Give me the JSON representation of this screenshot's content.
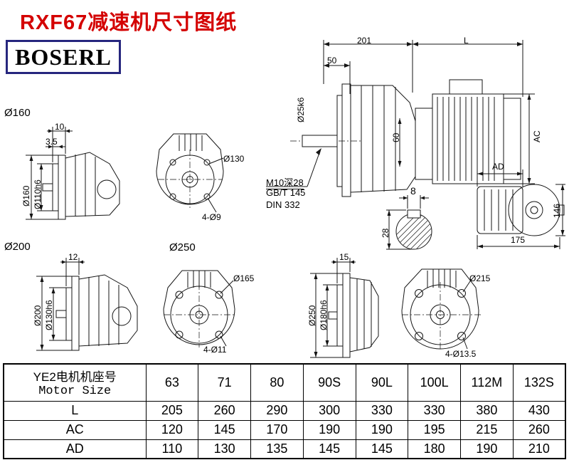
{
  "page": {
    "title": "RXF67减速机尺寸图纸",
    "logo": "BOSERL"
  },
  "colors": {
    "title_red": "#d40000",
    "logo_border": "#26267e"
  },
  "section_labels": {
    "s160": "Ø160",
    "s200": "Ø200",
    "s250": "Ø250"
  },
  "main_view": {
    "dim_201": "201",
    "dim_L": "L",
    "dim_50": "50",
    "dim_shaft": "Ø25k6",
    "dim_60": "60",
    "dim_AC": "AC",
    "note_line1": "M10深28",
    "note_line2": "GB/T 145",
    "note_line3": "DIN 332"
  },
  "output_view": {
    "dim_AD": "AD",
    "dim_146": "146",
    "dim_175": "175"
  },
  "shaft_section": {
    "dim_8": "8",
    "dim_28": "28"
  },
  "view_160": {
    "dim_10": "10",
    "dim_3_5": "3.5",
    "dim_d160": "Ø160",
    "dim_d110": "Ø110h6"
  },
  "flange_130": {
    "dim_d130": "Ø130",
    "dim_holes": "4-Ø9"
  },
  "view_200": {
    "dim_12": "12",
    "dim_d200": "Ø200",
    "dim_d130": "Ø130h6"
  },
  "flange_165": {
    "dim_d165": "Ø165",
    "dim_holes": "4-Ø11"
  },
  "view_250": {
    "dim_15": "15",
    "dim_d250": "Ø250",
    "dim_d180": "Ø180h6"
  },
  "flange_215": {
    "dim_d215": "Ø215",
    "dim_holes": "4-Ø13.5"
  },
  "table": {
    "header_label_cn": "YE2电机机座号",
    "header_label_en": "Motor Size",
    "columns": [
      "63",
      "71",
      "80",
      "90S",
      "90L",
      "100L",
      "112M",
      "132S"
    ],
    "rows": [
      {
        "label": "L",
        "values": [
          "205",
          "260",
          "290",
          "300",
          "330",
          "330",
          "380",
          "430"
        ]
      },
      {
        "label": "AC",
        "values": [
          "120",
          "145",
          "170",
          "190",
          "190",
          "195",
          "215",
          "260"
        ]
      },
      {
        "label": "AD",
        "values": [
          "110",
          "130",
          "135",
          "145",
          "145",
          "180",
          "190",
          "210"
        ]
      }
    ]
  }
}
